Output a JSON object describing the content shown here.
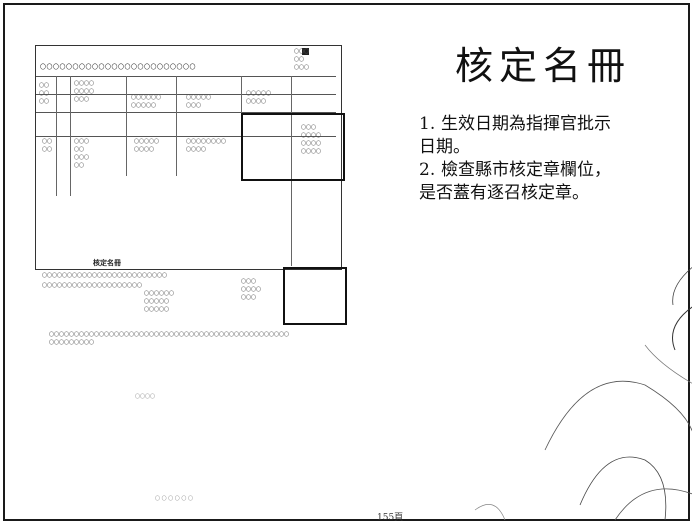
{
  "slide": {
    "title": "核定名冊",
    "notes": [
      {
        "num": "1.",
        "lines": [
          "生效日期為指揮官批示",
          "日期。"
        ]
      },
      {
        "num": "2.",
        "lines": [
          "檢查縣市核定章欄位，",
          "是否蓋有逐召核定章。"
        ]
      }
    ],
    "page_number": "155頁"
  },
  "scan": {
    "caption": "核定名冊"
  }
}
